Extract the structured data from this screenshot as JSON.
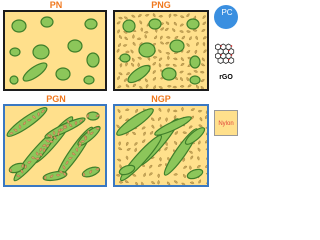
{
  "panels": {
    "pn": {
      "title": "PN"
    },
    "png": {
      "title": "PNG"
    },
    "pgn": {
      "title": "PGN"
    },
    "ngp": {
      "title": "NGP"
    }
  },
  "legend": {
    "pc": "PC",
    "rgo": "rGO",
    "nylon": "Nylon"
  },
  "colors": {
    "title": "#f0781e",
    "nylon_fill": "#ffe08c",
    "pc_fill": "#8cc65a",
    "pc_stroke": "#3f7f2a",
    "rgo_flake": "#c9a85a",
    "pc_legend": "#3a8fe0",
    "inner_border_black": "#1c1c1c",
    "inner_border_blue": "#3a78c2"
  }
}
